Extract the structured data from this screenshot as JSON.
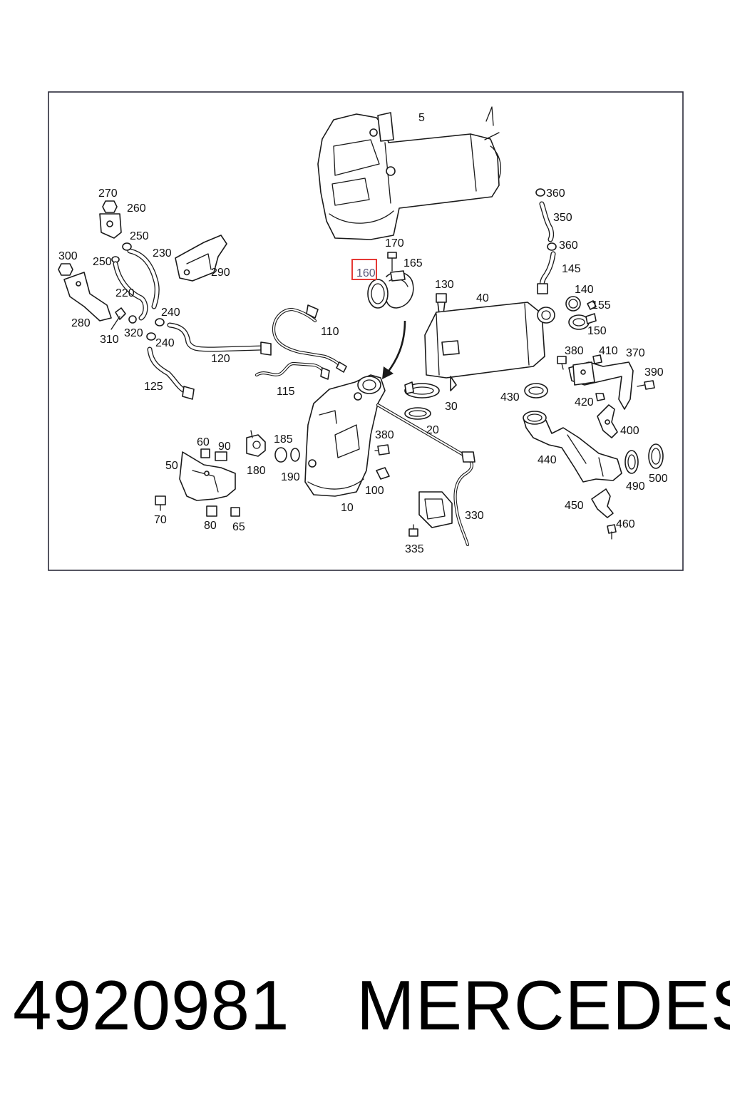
{
  "diagram": {
    "highlight_color": "#e53935",
    "highlighted_part": "160",
    "labels": [
      "5",
      "270",
      "260",
      "250",
      "230",
      "290",
      "300",
      "250",
      "220",
      "240",
      "280",
      "310",
      "320",
      "240",
      "120",
      "125",
      "110",
      "115",
      "170",
      "165",
      "160",
      "130",
      "40",
      "360",
      "350",
      "360",
      "145",
      "140",
      "155",
      "150",
      "380",
      "410",
      "370",
      "390",
      "420",
      "400",
      "430",
      "440",
      "490",
      "500",
      "450",
      "460",
      "30",
      "20",
      "60",
      "90",
      "185",
      "180",
      "190",
      "380",
      "50",
      "100",
      "70",
      "80",
      "65",
      "10",
      "330",
      "335"
    ]
  },
  "footer": {
    "part_number": "4920981",
    "brand": "MERCEDES"
  }
}
